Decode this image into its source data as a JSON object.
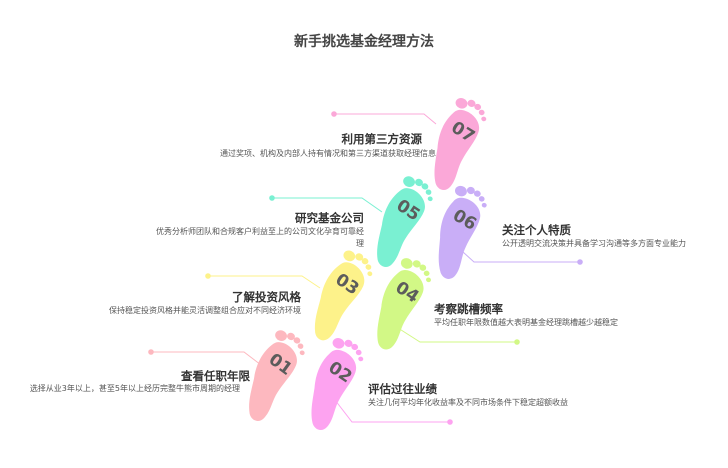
{
  "title": "新手挑选基金经理方法",
  "steps": [
    {
      "num": "01",
      "title": "查看任职年限",
      "desc": "选择从业3年以上，甚至5年以上经历完整牛熊市周期的经理",
      "color": "#fdb8bf"
    },
    {
      "num": "02",
      "title": "评估过往业绩",
      "desc": "关注几何平均年化收益率及不同市场条件下稳定超额收益",
      "color": "#fda3f0"
    },
    {
      "num": "03",
      "title": "了解投资风格",
      "desc": "保持稳定投资风格并能灵活调整组合应对不同经济环境",
      "color": "#fdf28a"
    },
    {
      "num": "04",
      "title": "考察跳槽频率",
      "desc": "平均任职年限数值越大表明基金经理跳槽越少越稳定",
      "color": "#d2f886"
    },
    {
      "num": "05",
      "title": "研究基金公司",
      "desc": "优秀分析师团队和合规客户利益至上的公司文化孕育可靠经理",
      "color": "#7af0d2"
    },
    {
      "num": "06",
      "title": "关注个人特质",
      "desc": "公开透明交流决策并具备学习沟通等多方面专业能力",
      "color": "#c9aef7"
    },
    {
      "num": "07",
      "title": "利用第三方资源",
      "desc": "通过奖项、机构及内部人持有情况和第三方渠道获取经理信息",
      "color": "#fba8d8"
    }
  ]
}
